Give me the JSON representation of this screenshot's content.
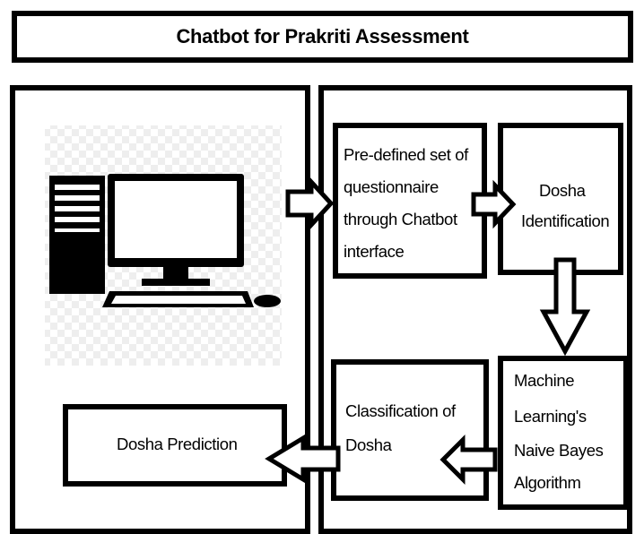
{
  "title": "Chatbot for Prakriti Assessment",
  "steps": {
    "questionnaire": [
      "Pre-defined set of",
      "questionnaire",
      "through Chatbot",
      "interface"
    ],
    "identification": [
      "Dosha",
      "Identification"
    ],
    "ml": [
      "Machine",
      "Learning's",
      "Naive Bayes",
      "Algorithm"
    ],
    "classification": [
      "Classification of",
      "Dosha"
    ],
    "prediction": "Dosha Prediction"
  },
  "icons": {
    "computer": "desktop-computer-icon"
  },
  "colors": {
    "stroke": "#000000",
    "background": "#ffffff",
    "checker": "#eeeeee"
  }
}
